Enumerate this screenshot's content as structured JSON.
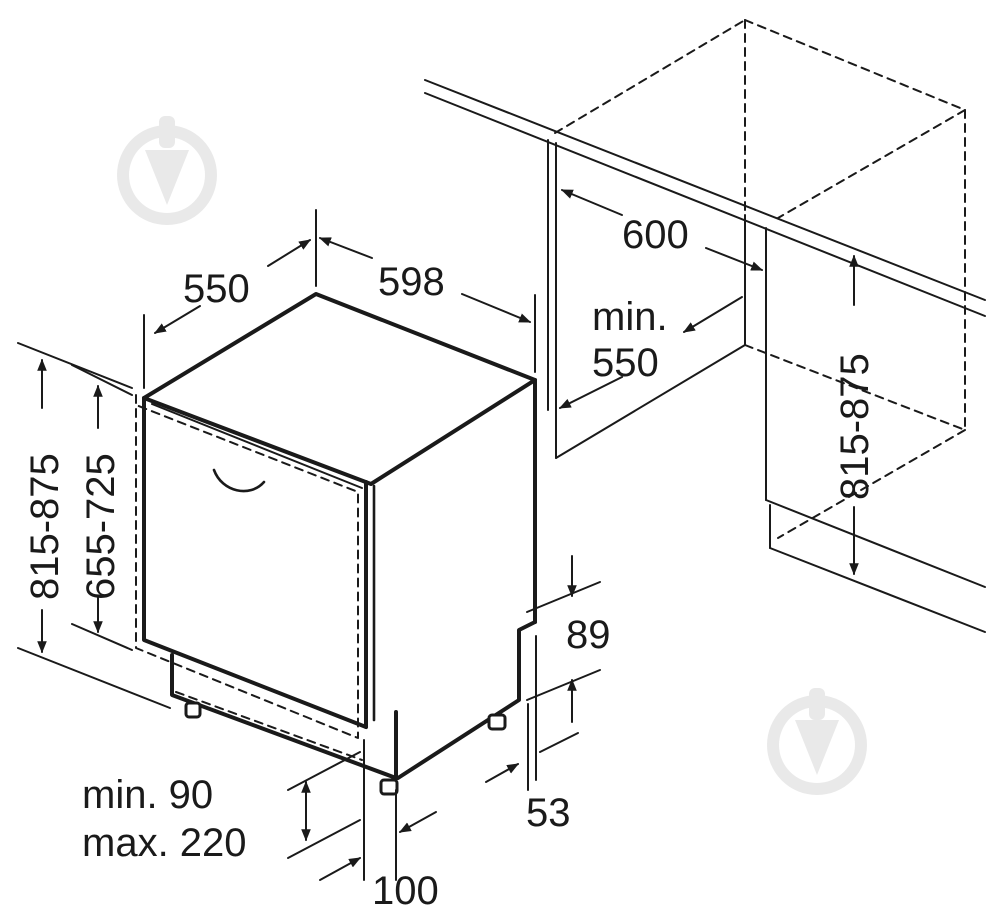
{
  "dimensions": {
    "depth": "550",
    "width": "598",
    "niche_width": "600",
    "niche_depth_line1": "min.",
    "niche_depth_line2": "550",
    "niche_height": "815-875",
    "appliance_height": "815-875",
    "door_height": "655-725",
    "plinth_top": "89",
    "plinth_bottom": "53",
    "plinth_range_line1": "min. 90",
    "plinth_range_line2": "max. 220",
    "plinth_setback": "100"
  },
  "colors": {
    "line": "#1a1a1a",
    "watermark": "#e9e9e9",
    "background": "#ffffff"
  },
  "watermarks": [
    "pin-logo-icon",
    "pin-logo-icon"
  ]
}
